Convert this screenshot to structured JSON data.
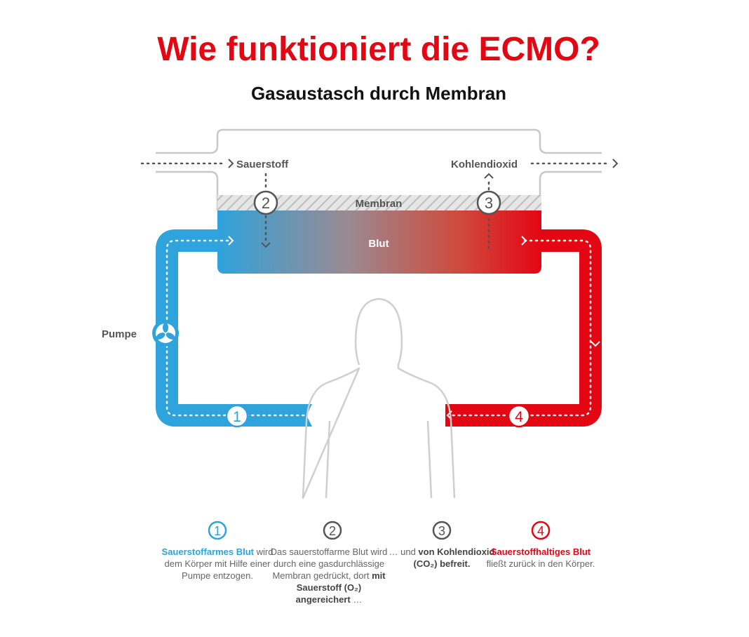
{
  "title": "Wie funktioniert die ECMO?",
  "subtitle": "Gasaustasch durch Membran",
  "labels": {
    "oxygen": "Sauerstoff",
    "co2": "Kohlendioxid",
    "membrane": "Membran",
    "blood": "Blut",
    "pump": "Pumpe"
  },
  "steps": [
    {
      "num": "1",
      "bold": "Sauerstoffarmes Blut",
      "text": " wird dem Körper mit Hilfe einer Pumpe entzogen."
    },
    {
      "num": "2",
      "text": "Das sauerstoffarme Blut wird durch eine gasdurchlässige Membran gedrückt, dort ",
      "bold": "mit Sauerstoff (O₂) angereichert",
      "tail": " …"
    },
    {
      "num": "3",
      "pre": "… und ",
      "bold": "von Kohlendioxid (CO₂) befreit."
    },
    {
      "num": "4",
      "bold": "Sauerstoffhaltiges Blut",
      "text": " fließt zurück in den Körper."
    }
  ],
  "colors": {
    "red": "#e30613",
    "blue": "#2ea3dc",
    "gray": "#555555"
  }
}
